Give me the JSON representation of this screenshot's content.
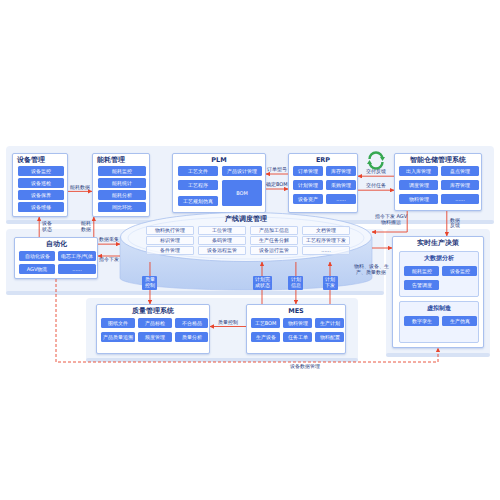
{
  "diagram": {
    "nodes": [
      {
        "text": [
          "设备管理"
        ]
      },
      {
        "text": [
          "设备监控"
        ],
        "in": 0
      },
      {
        "text": [
          "设备巡检"
        ],
        "in": 0
      },
      {
        "text": [
          "设备保养"
        ],
        "in": 0
      },
      {
        "text": [
          "设备维修"
        ],
        "in": 0
      },
      {
        "text": [
          "能耗管理"
        ]
      },
      {
        "text": [
          "能耗监控"
        ],
        "in": 5
      },
      {
        "text": [
          "能耗统计"
        ],
        "in": 5
      },
      {
        "text": [
          "能耗分析"
        ],
        "in": 5
      },
      {
        "text": [
          "同比环比"
        ],
        "in": 5
      },
      {
        "text": [
          "PLM"
        ]
      },
      {
        "text": [
          "工艺文件"
        ],
        "in": 10
      },
      {
        "text": [
          "产品设计管理"
        ],
        "in": 10
      },
      {
        "text": [
          "工艺程序"
        ],
        "in": 10
      },
      {
        "text": [
          "BOM"
        ],
        "in": 10
      },
      {
        "text": [
          "工艺规划仿真"
        ],
        "in": 10
      },
      {
        "text": [
          "ERP"
        ]
      },
      {
        "text": [
          "订单管理"
        ],
        "in": 16
      },
      {
        "text": [
          "库存管理"
        ],
        "in": 16
      },
      {
        "text": [
          "计划管理"
        ],
        "in": 16
      },
      {
        "text": [
          "采购管理"
        ],
        "in": 16
      },
      {
        "text": [
          "设备资产"
        ],
        "in": 16
      },
      {
        "text": [
          "......"
        ],
        "in": 16
      },
      {
        "text": [
          "智能仓储管理系统"
        ]
      },
      {
        "text": [
          "出入库管理"
        ],
        "in": 23
      },
      {
        "text": [
          "盘点管理"
        ],
        "in": 23
      },
      {
        "text": [
          "调度管理"
        ],
        "in": 23
      },
      {
        "text": [
          "库存管理"
        ],
        "in": 23
      },
      {
        "text": [
          "物料管理"
        ],
        "in": 23
      },
      {
        "text": [
          "......"
        ],
        "in": 23
      },
      {
        "text": [
          "自动化"
        ]
      },
      {
        "text": [
          "自动化设备"
        ],
        "in": 30
      },
      {
        "text": [
          "电芯工序/气体"
        ],
        "in": 30
      },
      {
        "text": [
          "AGV物流"
        ],
        "in": 30
      },
      {
        "text": [
          "......"
        ],
        "in": 30
      },
      {
        "text": [
          "产线调度管理"
        ]
      },
      {
        "text": [
          "物料执行管理"
        ],
        "in": 35
      },
      {
        "text": [
          "工位管理"
        ],
        "in": 35
      },
      {
        "text": [
          "产品加工信息"
        ],
        "in": 35
      },
      {
        "text": [
          "文档管理"
        ],
        "in": 35
      },
      {
        "text": [
          "标识管理"
        ],
        "in": 35
      },
      {
        "text": [
          "条码管理"
        ],
        "in": 35
      },
      {
        "text": [
          "生产任务分解"
        ],
        "in": 35
      },
      {
        "text": [
          "工艺程序管理下发"
        ],
        "in": 35
      },
      {
        "text": [
          "备件管理"
        ],
        "in": 35
      },
      {
        "text": [
          "设备远程监管"
        ],
        "in": 35
      },
      {
        "text": [
          "设备运行监管"
        ],
        "in": 35
      },
      {
        "text": [
          "......"
        ],
        "in": 35
      },
      {
        "text": [
          "质量管理系统"
        ]
      },
      {
        "text": [
          "图纸文件"
        ],
        "in": 48
      },
      {
        "text": [
          "产品标检"
        ],
        "in": 48
      },
      {
        "text": [
          "不合格品"
        ],
        "in": 48
      },
      {
        "text": [
          "产品质量追溯"
        ],
        "in": 48
      },
      {
        "text": [
          "频度管理"
        ],
        "in": 48
      },
      {
        "text": [
          "质量分析"
        ],
        "in": 48
      },
      {
        "text": [
          "MES"
        ]
      },
      {
        "text": [
          "工艺BOM"
        ],
        "in": 55
      },
      {
        "text": [
          "物料管理"
        ],
        "in": 55
      },
      {
        "text": [
          "生产计划"
        ],
        "in": 55
      },
      {
        "text": [
          "生产设备"
        ],
        "in": 55
      },
      {
        "text": [
          "任务工单"
        ],
        "in": 55
      },
      {
        "text": [
          "物料配置"
        ],
        "in": 55
      },
      {
        "text": [
          "实时生产决策"
        ]
      },
      {
        "text": [
          "大数据分析"
        ],
        "in": 62
      },
      {
        "text": [
          "能耗监控"
        ],
        "in": 63
      },
      {
        "text": [
          "设备监控"
        ],
        "in": 63
      },
      {
        "text": [
          "告警调度"
        ],
        "in": 63
      },
      {
        "text": [
          "虚拟制造"
        ],
        "in": 62
      },
      {
        "text": [
          "数字孪生"
        ],
        "in": 67
      },
      {
        "text": [
          "生产仿真"
        ],
        "in": 67
      }
    ],
    "edges": [
      {
        "from": 0,
        "to": 5,
        "label": "能耗数据",
        "arrow": "to"
      },
      {
        "from": 30,
        "to": 0,
        "label": "设备状态",
        "arrow": "to"
      },
      {
        "from": 30,
        "to": 5,
        "label": "能耗数据",
        "arrow": "to"
      },
      {
        "from": 16,
        "to": 10,
        "label": "订单型号",
        "arrow": "to"
      },
      {
        "from": 10,
        "to": 16,
        "label": "确定BOM",
        "arrow": "to"
      },
      {
        "from": 23,
        "to": 16,
        "label": "交付反馈",
        "arrow": "to"
      },
      {
        "from": 16,
        "to": 23,
        "label": "交付任务",
        "arrow": "to"
      },
      {
        "from": 23,
        "to": 35,
        "label": "指令下发 AGV物料搬运",
        "arrow": "to"
      },
      {
        "from": 23,
        "to": 62,
        "label": "数据反馈",
        "arrow": "to"
      },
      {
        "from": 30,
        "to": 35,
        "label": "数据采集",
        "arrow": "to"
      },
      {
        "from": 35,
        "to": 30,
        "label": "指令下发",
        "arrow": "to"
      },
      {
        "from": 35,
        "to": 48,
        "label": "质量控制",
        "arrow": "to"
      },
      {
        "from": 55,
        "to": 35,
        "label": "计划完成状态",
        "arrow": "to"
      },
      {
        "from": 35,
        "to": 55,
        "label": "计划信息",
        "arrow": "to"
      },
      {
        "from": 55,
        "to": 35,
        "label": "计划下发",
        "arrow": "to"
      },
      {
        "from": 55,
        "to": 48,
        "label": "质量控制",
        "arrow": "to"
      },
      {
        "from": 35,
        "to": 62,
        "label": "物料、设备、生产、质量数据",
        "arrow": "to"
      },
      {
        "from": 30,
        "to": 62,
        "label": "设备数据管理",
        "arrow": "to"
      }
    ]
  }
}
